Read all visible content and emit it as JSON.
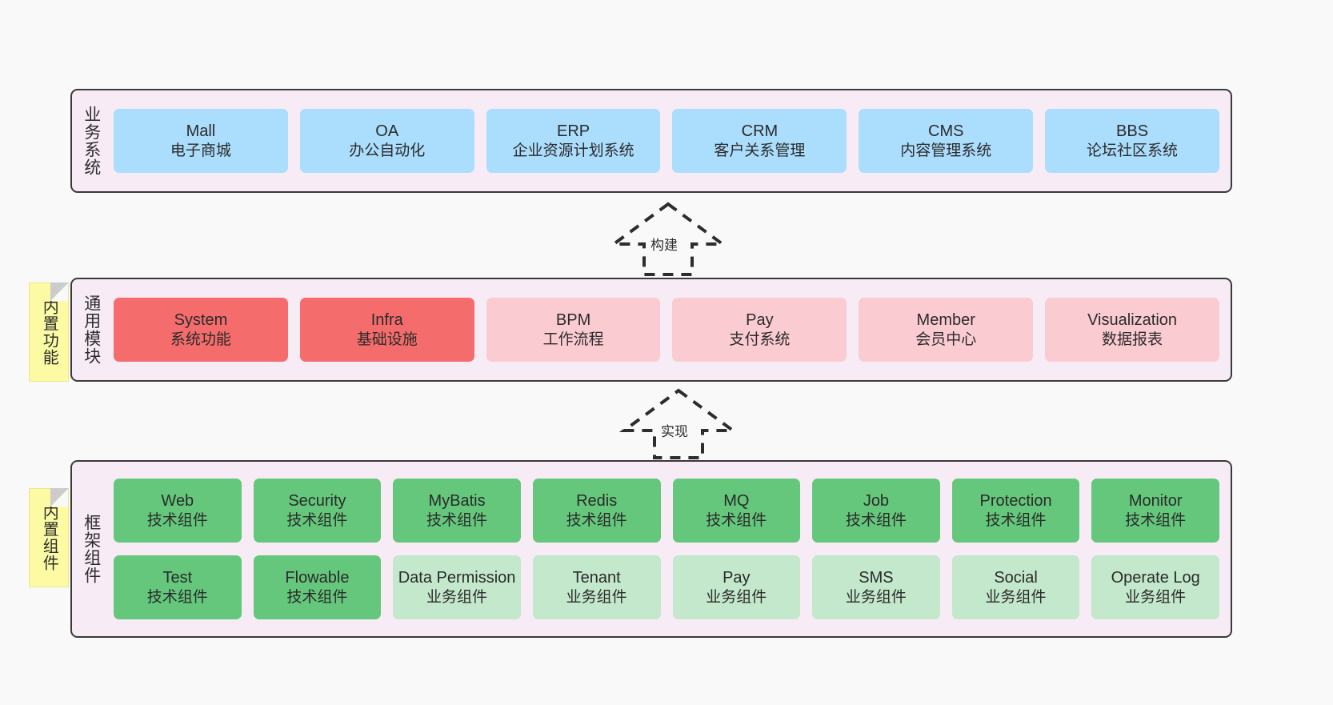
{
  "layers": {
    "business": {
      "title": "业务系统",
      "cards": [
        {
          "en": "Mall",
          "cn": "电子商城"
        },
        {
          "en": "OA",
          "cn": "办公自动化"
        },
        {
          "en": "ERP",
          "cn": "企业资源计划系统"
        },
        {
          "en": "CRM",
          "cn": "客户关系管理"
        },
        {
          "en": "CMS",
          "cn": "内容管理系统"
        },
        {
          "en": "BBS",
          "cn": "论坛社区系统"
        }
      ]
    },
    "modules": {
      "title": "通用模块",
      "note": "内置功能",
      "cards": [
        {
          "en": "System",
          "cn": "系统功能",
          "style": "c-red"
        },
        {
          "en": "Infra",
          "cn": "基础设施",
          "style": "c-red"
        },
        {
          "en": "BPM",
          "cn": "工作流程",
          "style": "c-pink"
        },
        {
          "en": "Pay",
          "cn": "支付系统",
          "style": "c-pink"
        },
        {
          "en": "Member",
          "cn": "会员中心",
          "style": "c-pink"
        },
        {
          "en": "Visualization",
          "cn": "数据报表",
          "style": "c-pink"
        }
      ]
    },
    "framework": {
      "title": "框架组件",
      "note": "内置组件",
      "row1": [
        {
          "en": "Web",
          "cn": "技术组件",
          "style": "c-green"
        },
        {
          "en": "Security",
          "cn": "技术组件",
          "style": "c-green"
        },
        {
          "en": "MyBatis",
          "cn": "技术组件",
          "style": "c-green"
        },
        {
          "en": "Redis",
          "cn": "技术组件",
          "style": "c-green"
        },
        {
          "en": "MQ",
          "cn": "技术组件",
          "style": "c-green"
        },
        {
          "en": "Job",
          "cn": "技术组件",
          "style": "c-green"
        },
        {
          "en": "Protection",
          "cn": "技术组件",
          "style": "c-green"
        },
        {
          "en": "Monitor",
          "cn": "技术组件",
          "style": "c-green"
        }
      ],
      "row2": [
        {
          "en": "Test",
          "cn": "技术组件",
          "style": "c-green"
        },
        {
          "en": "Flowable",
          "cn": "技术组件",
          "style": "c-green"
        },
        {
          "en": "Data Permission",
          "cn": "业务组件",
          "style": "c-lightgreen"
        },
        {
          "en": "Tenant",
          "cn": "业务组件",
          "style": "c-lightgreen"
        },
        {
          "en": "Pay",
          "cn": "业务组件",
          "style": "c-lightgreen"
        },
        {
          "en": "SMS",
          "cn": "业务组件",
          "style": "c-lightgreen"
        },
        {
          "en": "Social",
          "cn": "业务组件",
          "style": "c-lightgreen"
        },
        {
          "en": "Operate Log",
          "cn": "业务组件",
          "style": "c-lightgreen"
        }
      ]
    }
  },
  "arrows": [
    {
      "label": "构建"
    },
    {
      "label": "实现"
    }
  ],
  "colors": {
    "panel_bg": "#F7EBF5",
    "panel_border": "#3A3A3A",
    "business_card": "#ABDDFC",
    "module_core": "#F56C6C",
    "module_optional": "#FBCBD2",
    "framework_tech": "#64C77B",
    "framework_biz": "#C3E8CB",
    "note_bg": "#FCFBA4",
    "canvas_bg": "#F9F9F9"
  }
}
